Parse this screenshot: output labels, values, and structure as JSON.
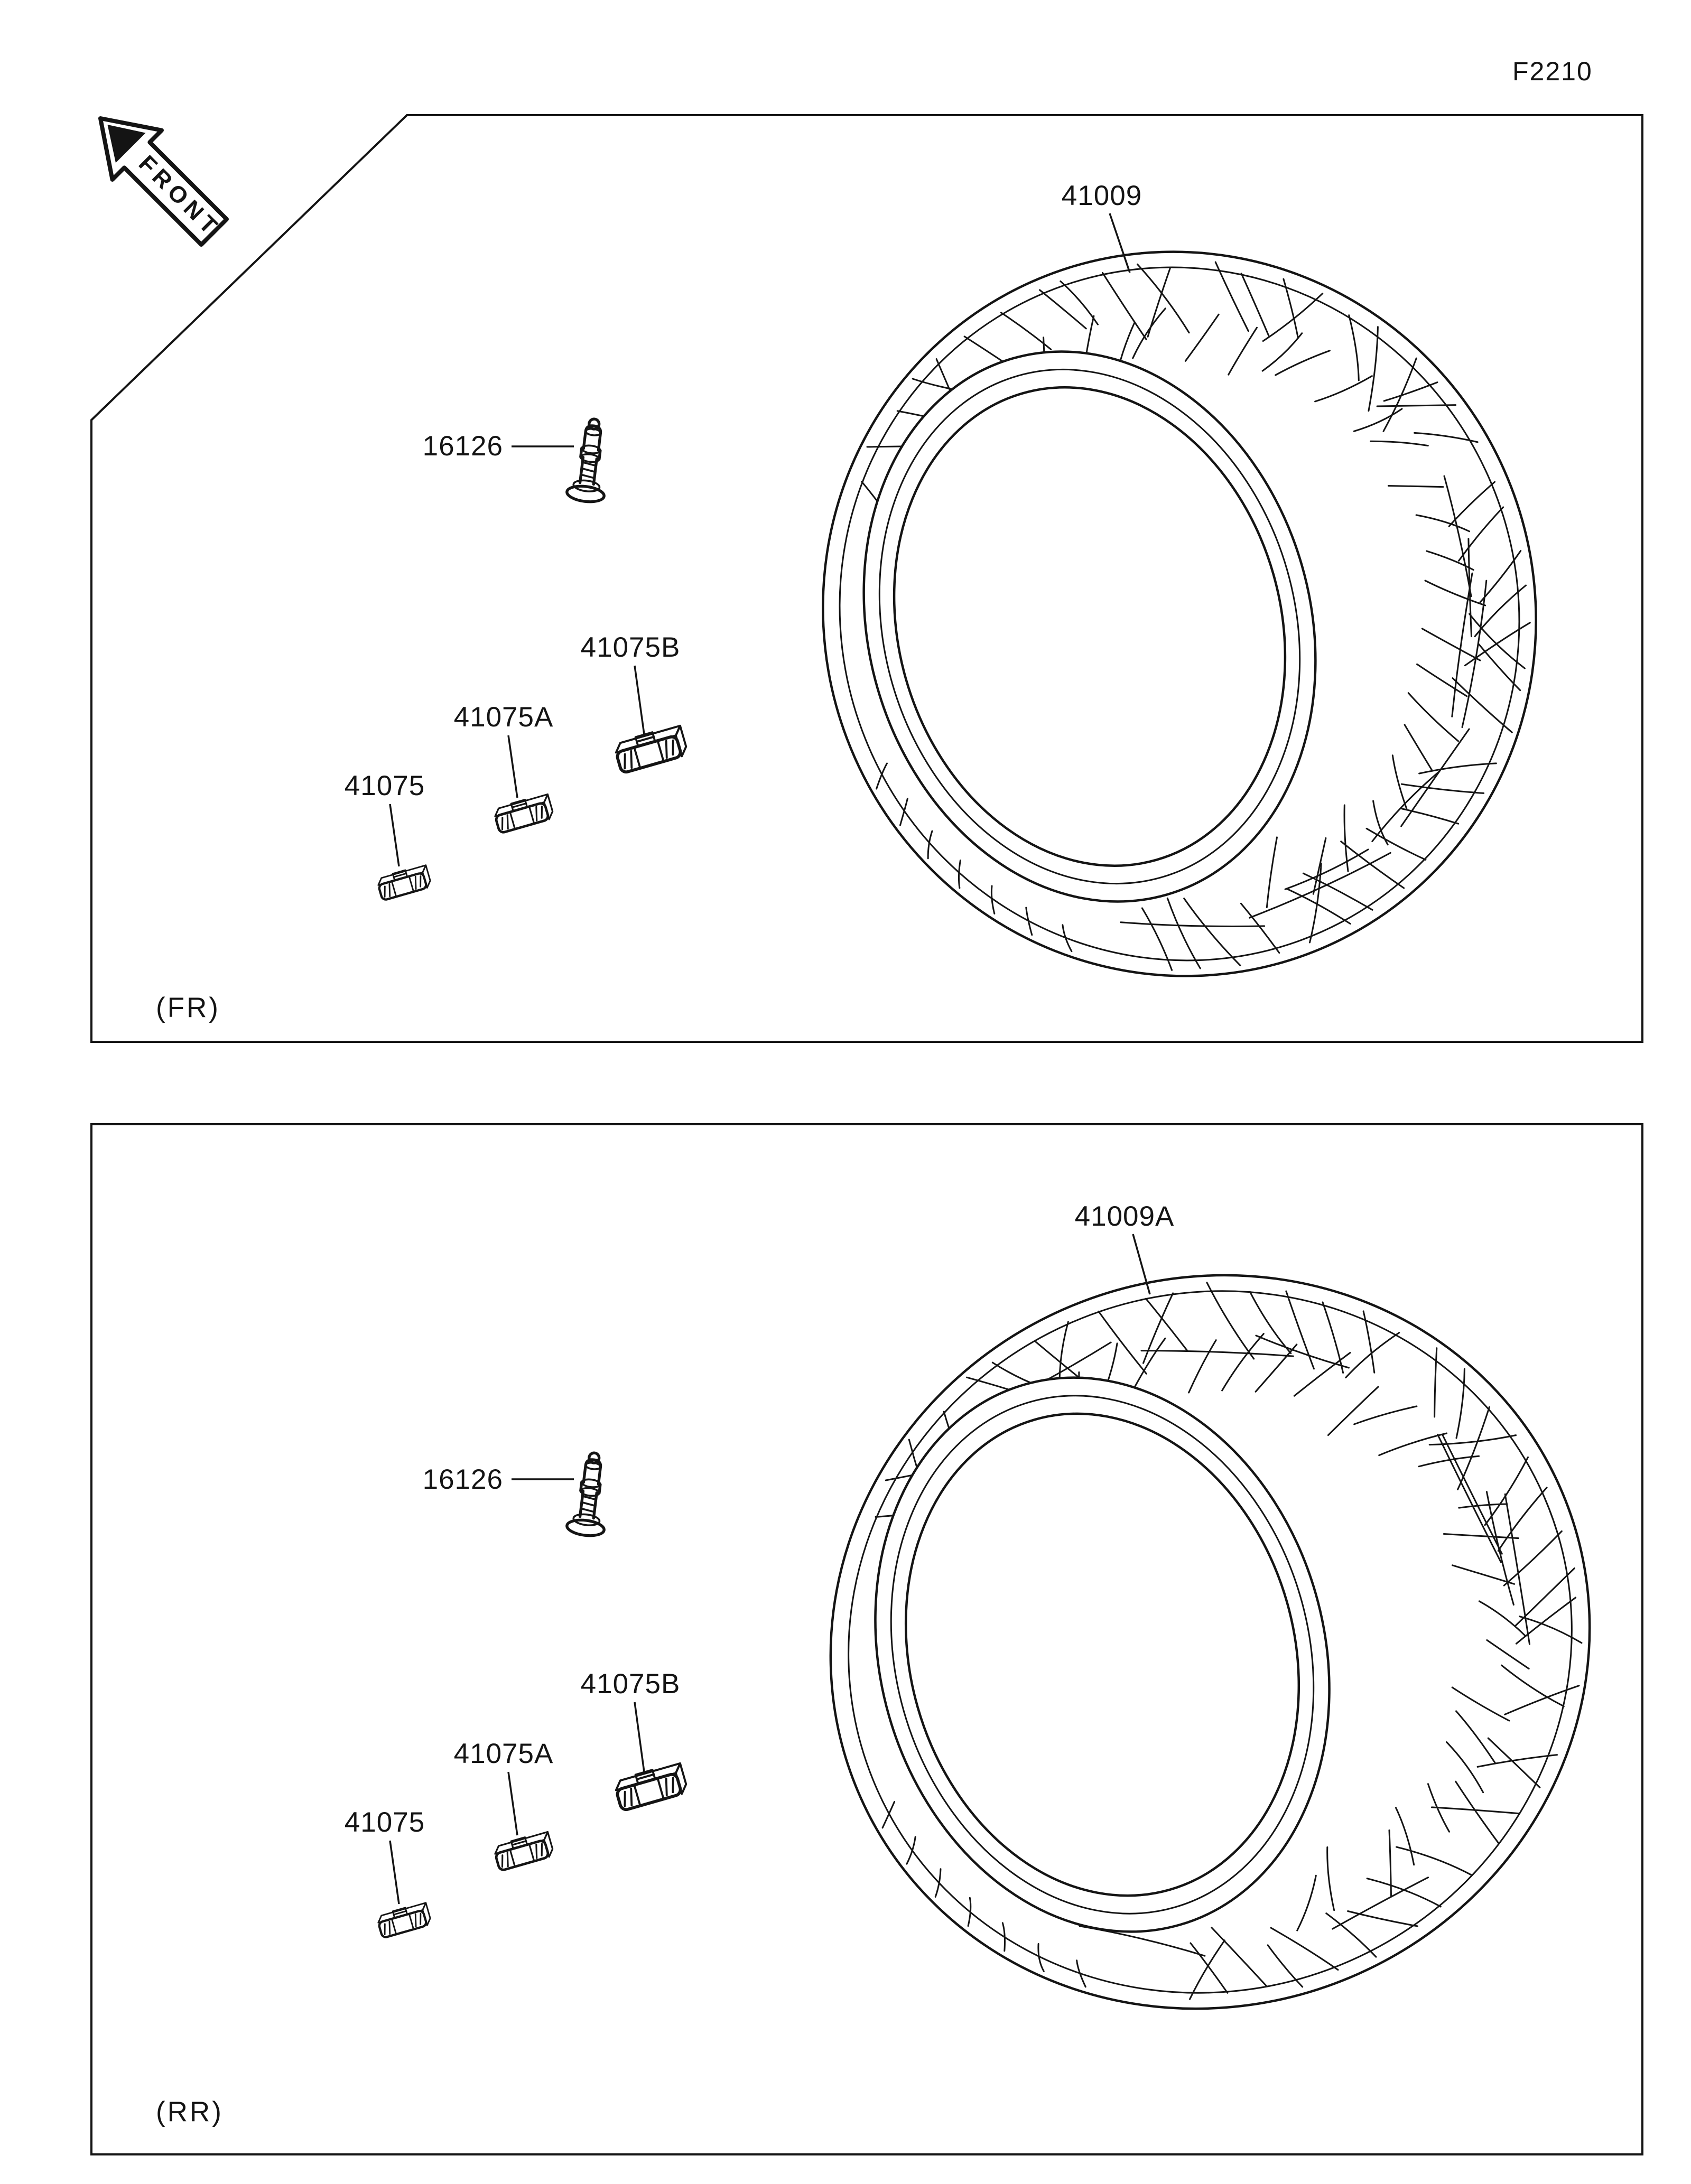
{
  "page": {
    "code": "F2210"
  },
  "front_marker": {
    "text": "FRONT"
  },
  "front_panel": {
    "caption": "(FR)",
    "labels": {
      "tire": "41009",
      "valve": "16126",
      "weight_small": "41075",
      "weight_a": "41075A",
      "weight_b": "41075B"
    }
  },
  "rear_panel": {
    "caption": "(RR)",
    "labels": {
      "tire": "41009A",
      "valve": "16126",
      "weight_small": "41075",
      "weight_a": "41075A",
      "weight_b": "41075B"
    }
  },
  "colors": {
    "line": "#141414",
    "background": "#ffffff"
  }
}
